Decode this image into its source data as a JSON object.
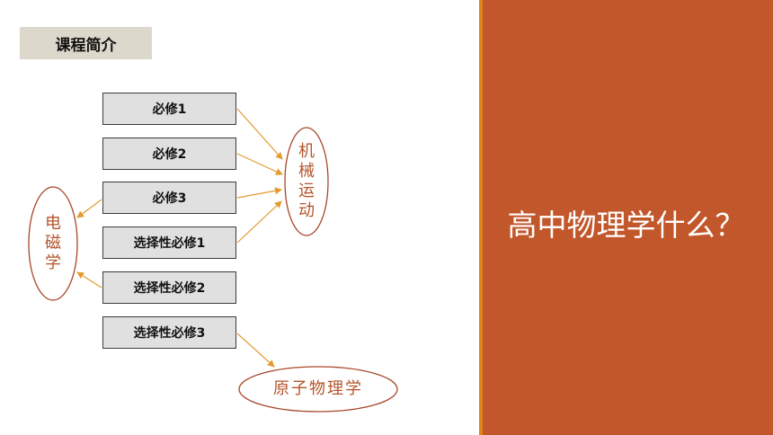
{
  "section_tag": "课程简介",
  "courses": [
    "必修1",
    "必修2",
    "必修3",
    "选择性必修1",
    "选择性必修2",
    "选择性必修3"
  ],
  "topics": {
    "mechanics": [
      "机",
      "械",
      "运",
      "动"
    ],
    "electromagnetism": [
      "电",
      "磁",
      "学"
    ],
    "atomic_physics": "原子物理学"
  },
  "right_panel": {
    "title": "高中物理学什么？"
  },
  "colors": {
    "panel": "#c2572b",
    "panel_edge": "#e0841c",
    "arrow": "#e39a2e",
    "topic_text": "#b4542a",
    "ellipse_stroke": "#a8472a"
  }
}
